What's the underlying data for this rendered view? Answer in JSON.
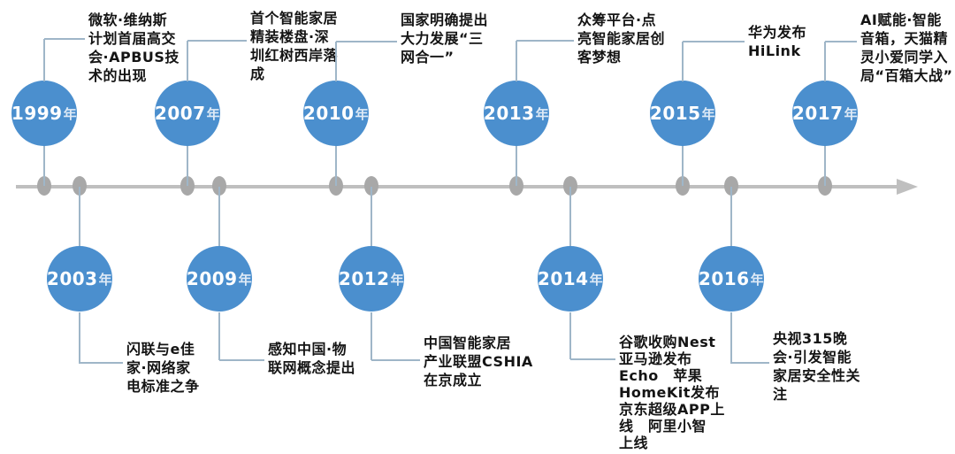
{
  "diagram": {
    "type": "timeline",
    "orientation": "horizontal",
    "colors": {
      "circle_fill": "#4b8fce",
      "connector": "#9fb6c8",
      "axis_line": "#bfbfbf",
      "axis_dot": "#a8a8a8",
      "note_text": "#141414",
      "year_text": "#ffffff"
    },
    "axis": {
      "arrow_direction": "right"
    },
    "events": [
      {
        "year": "1999",
        "suffix": "年",
        "side": "top",
        "note": "微软·维纳斯\n计划首届高交\n会·APBUS技\n术的出现"
      },
      {
        "year": "2003",
        "suffix": "年",
        "side": "bottom",
        "note": "闪联与e佳\n家·网络家\n电标准之争"
      },
      {
        "year": "2007",
        "suffix": "年",
        "side": "top",
        "note": "首个智能家居\n精装楼盘·深\n圳红树西岸落\n成"
      },
      {
        "year": "2009",
        "suffix": "年",
        "side": "bottom",
        "note": "感知中国·物\n联网概念提出"
      },
      {
        "year": "2010",
        "suffix": "年",
        "side": "top",
        "note": "国家明确提出\n大力发展“三\n网合一”"
      },
      {
        "year": "2012",
        "suffix": "年",
        "side": "bottom",
        "note": "中国智能家居\n产业联盟CSHIA\n在京成立"
      },
      {
        "year": "2013",
        "suffix": "年",
        "side": "top",
        "note": "众筹平台·点\n亮智能家居创\n客梦想"
      },
      {
        "year": "2014",
        "suffix": "年",
        "side": "bottom",
        "note": "谷歌收购Nest\n亚马逊发布\nEcho　苹果\nHomeKit发布\n京东超级APP上\n线　阿里小智\n上线"
      },
      {
        "year": "2015",
        "suffix": "年",
        "side": "top",
        "note": "华为发布\nHiLink"
      },
      {
        "year": "2016",
        "suffix": "年",
        "side": "bottom",
        "note": "央视315晚\n会·引发智能\n家居安全性关\n注"
      },
      {
        "year": "2017",
        "suffix": "年",
        "side": "top",
        "note": "AI赋能·智能\n音箱，天猫精\n灵小爱同学入\n局“百箱大战”"
      }
    ]
  }
}
